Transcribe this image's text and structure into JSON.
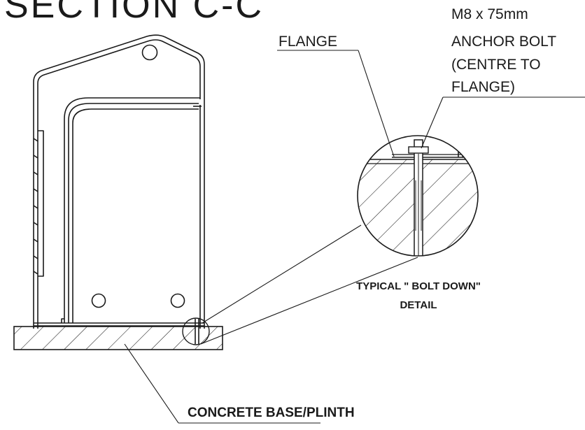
{
  "title_fragment": "SECTION C-C",
  "labels": {
    "flange": "FLANGE",
    "anchor_bolt": [
      "M8 x 75mm",
      "ANCHOR BOLT",
      "(CENTRE TO",
      "FLANGE)"
    ],
    "detail_caption": [
      "TYPICAL \" BOLT DOWN\"",
      "DETAIL"
    ],
    "base": "CONCRETE BASE/PLINTH"
  },
  "colors": {
    "line": "#1a1a1a",
    "background": "#ffffff"
  }
}
